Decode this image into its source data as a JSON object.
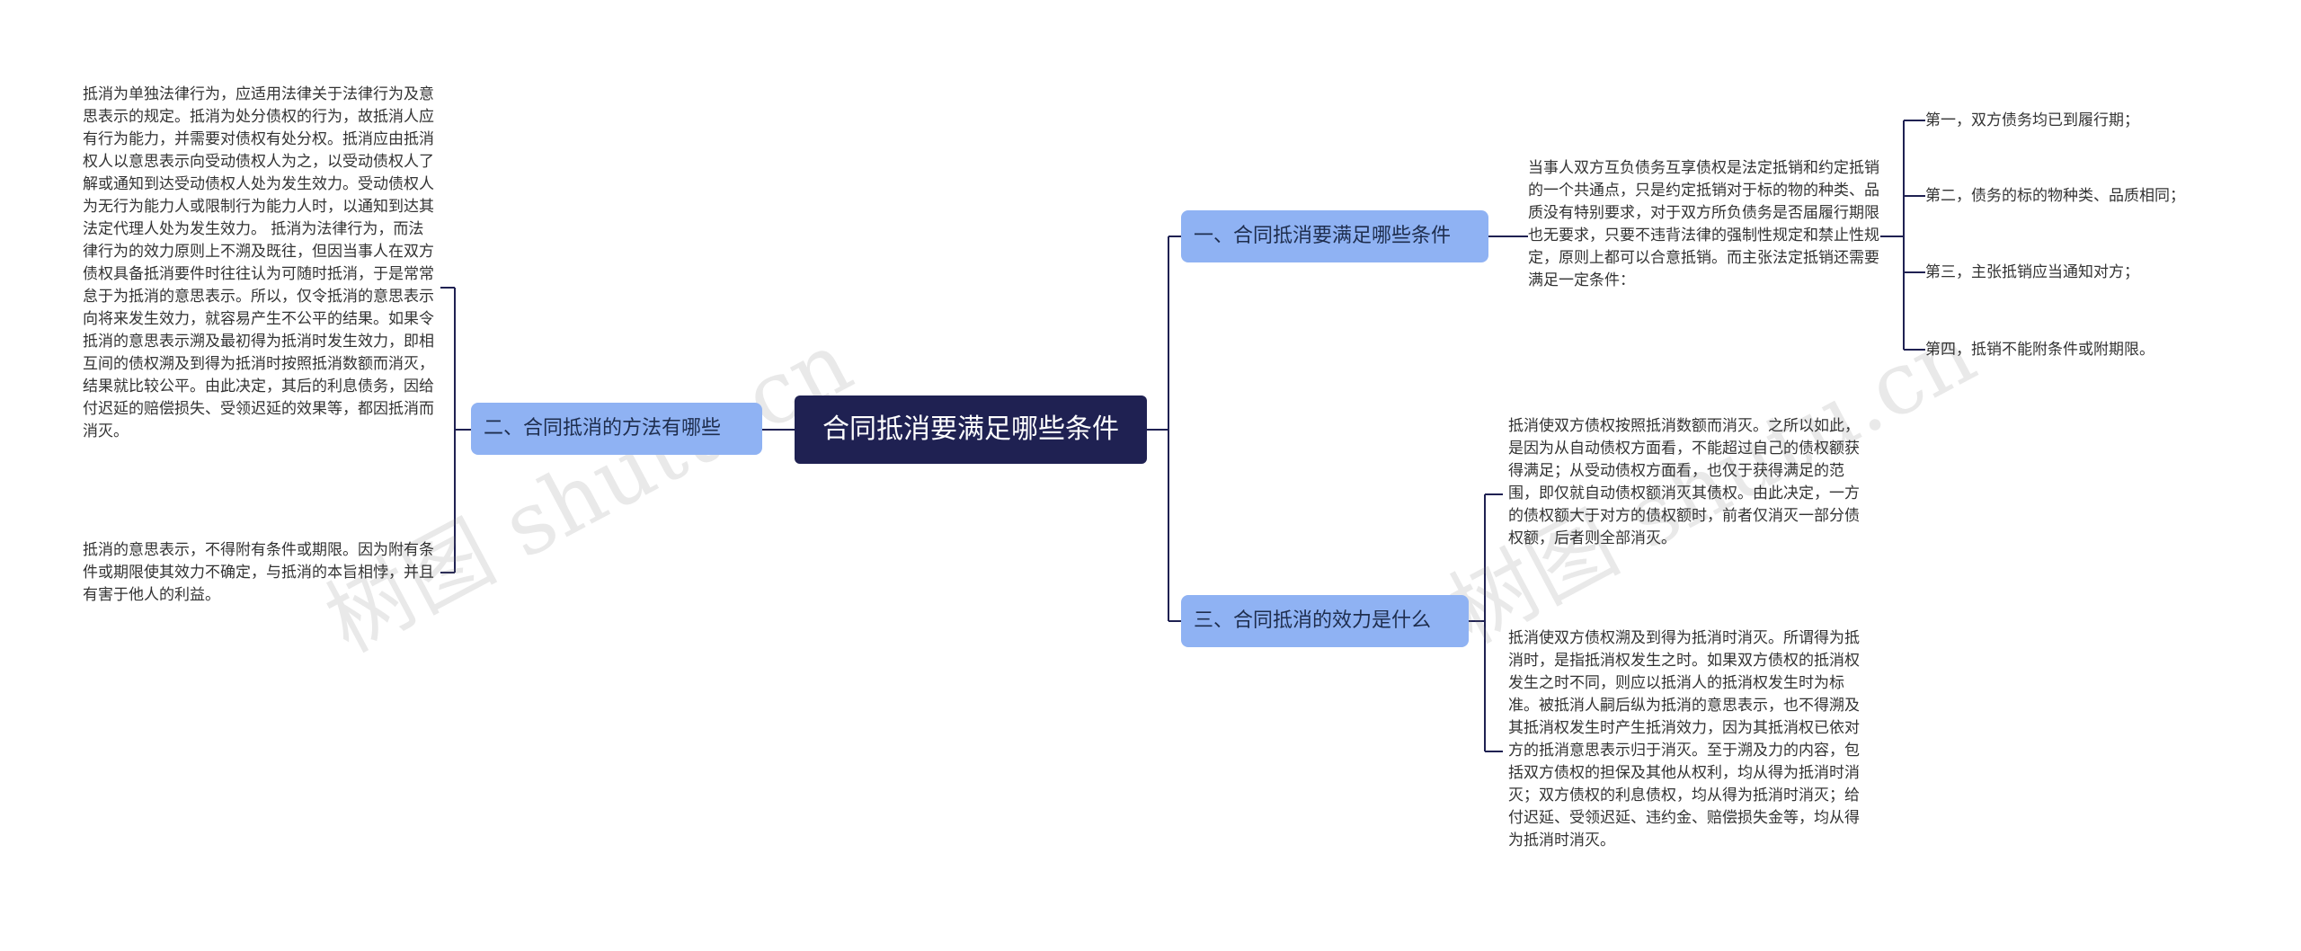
{
  "root": {
    "label": "合同抵消要满足哪些条件"
  },
  "branches": [
    {
      "label": "一、合同抵消要满足哪些条件",
      "text": "当事人双方互负债务互享债权是法定抵销和约定抵销的一个共通点，只是约定抵销对于标的物的种类、品质没有特别要求，对于双方所负债务是否届履行期限也无要求，只要不违背法律的强制性规定和禁止性规定，原则上都可以合意抵销。而主张法定抵销还需要满足一定条件：",
      "leaves": [
        "第一，双方债务均已到履行期；",
        "第二，债务的标的物种类、品质相同；",
        "第三，主张抵销应当通知对方；",
        "第四，抵销不能附条件或附期限。"
      ]
    },
    {
      "label": "二、合同抵消的方法有哪些",
      "texts": [
        "抵消为单独法律行为，应适用法律关于法律行为及意思表示的规定。抵消为处分债权的行为，故抵消人应有行为能力，并需要对债权有处分权。抵消应由抵消权人以意思表示向受动债权人为之，以受动债权人了解或通知到达受动债权人处为发生效力。受动债权人为无行为能力人或限制行为能力人时，以通知到达其法定代理人处为发生效力。 抵消为法律行为，而法律行为的效力原则上不溯及既往，但因当事人在双方债权具备抵消要件时往往认为可随时抵消，于是常常怠于为抵消的意思表示。所以，仅令抵消的意思表示向将来发生效力，就容易产生不公平的结果。如果令抵消的意思表示溯及最初得为抵消时发生效力，即相互间的债权溯及到得为抵消时按照抵消数额而消灭，结果就比较公平。由此决定，其后的利息债务，因给付迟延的赔偿损失、受领迟延的效果等，都因抵消而消灭。",
        "抵消的意思表示，不得附有条件或期限。因为附有条件或期限使其效力不确定，与抵消的本旨相悖，并且有害于他人的利益。"
      ]
    },
    {
      "label": "三、合同抵消的效力是什么",
      "texts": [
        "抵消使双方债权按照抵消数额而消灭。之所以如此，是因为从自动债权方面看，不能超过自己的债权额获得满足；从受动债权方面看，也仅于获得满足的范围，即仅就自动债权额消灭其债权。由此决定，一方的债权额大于对方的债权额时，前者仅消灭一部分债权额，后者则全部消灭。",
        "抵消使双方债权溯及到得为抵消时消灭。所谓得为抵消时，是指抵消权发生之时。如果双方债权的抵消权发生之时不同，则应以抵消人的抵消权发生时为标准。被抵消人嗣后纵为抵消的意思表示，也不得溯及其抵消权发生时产生抵消效力，因为其抵消权已依对方的抵消意思表示归于消灭。至于溯及力的内容，包括双方债权的担保及其他从权利，均从得为抵消时消灭；双方债权的利息债权，均从得为抵消时消灭；给付迟延、受领迟延、违约金、赔偿损失金等，均从得为抵消时消灭。"
      ]
    }
  ],
  "watermark": "树图 shutu.cn",
  "colors": {
    "root_bg": "#1f2152",
    "branch_bg": "#8fb2f3",
    "line": "#1f2152"
  }
}
